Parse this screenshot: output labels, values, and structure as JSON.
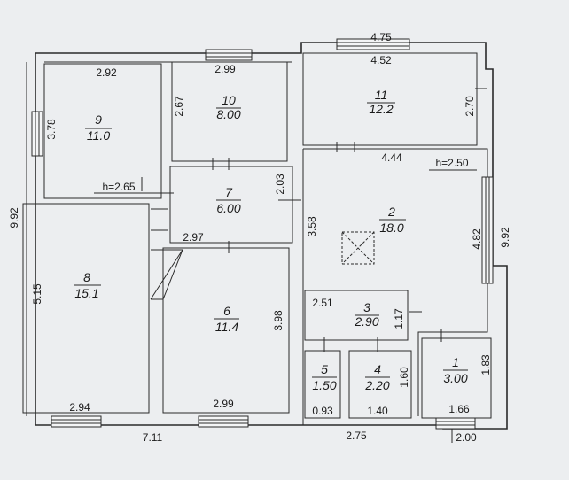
{
  "rooms": [
    {
      "number": "1",
      "area": "3.00"
    },
    {
      "number": "2",
      "area": "18.0"
    },
    {
      "number": "3",
      "area": "2.90"
    },
    {
      "number": "4",
      "area": "2.20"
    },
    {
      "number": "5",
      "area": "1.50"
    },
    {
      "number": "6",
      "area": "11.4"
    },
    {
      "number": "7",
      "area": "6.00"
    },
    {
      "number": "8",
      "area": "15.1"
    },
    {
      "number": "9",
      "area": "11.0"
    },
    {
      "number": "10",
      "area": "8.00"
    },
    {
      "number": "11",
      "area": "12.2"
    }
  ],
  "dimensions": {
    "top_outer": "4.75",
    "r11_top": "4.52",
    "r11_right": "2.70",
    "r10_top": "2.99",
    "r10_left": "2.67",
    "r9_top": "2.92",
    "r9_left": "3.78",
    "r9_height_mark": "h=2.65",
    "left_outer": "9.92",
    "right_outer": "9.92",
    "r7_right": "2.03",
    "r7_bottom": "2.97",
    "r2_top": "4.44",
    "r2_height_mark": "h=2.50",
    "r2_left": "3.58",
    "r2_right": "4.82",
    "r8_left": "5.15",
    "r8_bottom": "2.94",
    "r6_right": "3.98",
    "r6_bottom": "2.99",
    "r3_left": "2.51",
    "r3_right": "1.17",
    "r5_bottom": "0.93",
    "r4_bottom": "1.40",
    "r4_right": "1.60",
    "r1_right": "1.83",
    "r1_bottom": "1.66",
    "bottom_outer_left": "7.11",
    "bottom_outer_mid": "2.75",
    "bottom_outer_right": "2.00"
  }
}
